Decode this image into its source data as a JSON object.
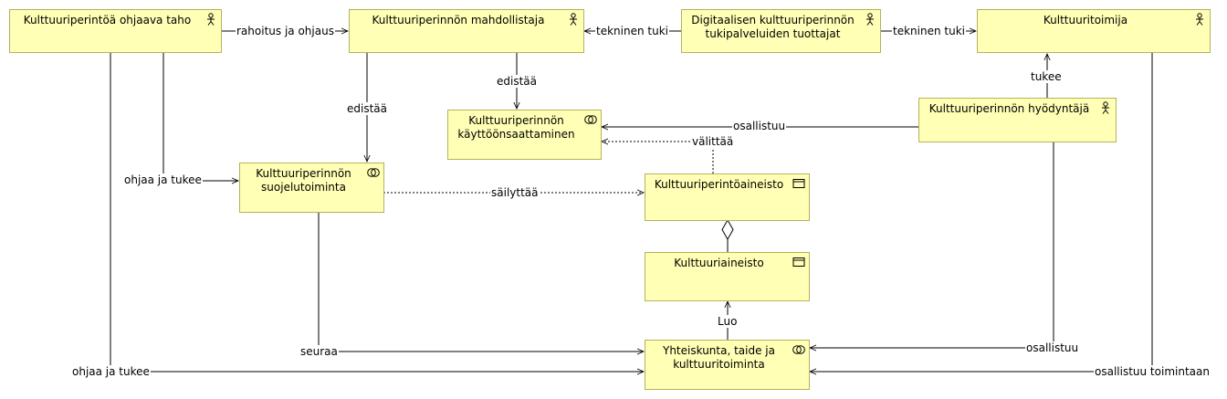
{
  "elements": {
    "ohjaava_taho": {
      "label": "Kulttuuriperintöä ohjaava taho",
      "icon": "actor-icon"
    },
    "mahdollistaja": {
      "label": "Kulttuuriperinnön mahdollistaja",
      "icon": "actor-icon"
    },
    "tukipalvelut": {
      "label": "Digitaalisen kulttuuriperinnön tukipalveluiden tuottajat",
      "icon": "actor-icon"
    },
    "kulttuuritoimija": {
      "label": "Kulttuuritoimija",
      "icon": "actor-icon"
    },
    "kayttoonsaattaminen": {
      "label": "Kulttuuriperinnön käyttöönsaattaminen",
      "icon": "service-interaction-icon"
    },
    "hyodyntaja": {
      "label": "Kulttuuriperinnön hyödyntäjä",
      "icon": "actor-icon"
    },
    "suojelutoiminta": {
      "label": "Kulttuuriperinnön suojelutoiminta",
      "icon": "service-interaction-icon"
    },
    "perintoaineisto": {
      "label": "Kulttuuriperintöaineisto",
      "icon": "business-object-icon"
    },
    "kulttuuriaineisto": {
      "label": "Kulttuuriaineisto",
      "icon": "business-object-icon"
    },
    "yhteiskunta": {
      "label": "Yhteiskunta, taide ja kulttuuritoiminta",
      "icon": "service-interaction-icon"
    }
  },
  "relations": {
    "rahoitus": "rahoitus ja ohjaus",
    "tekninen_tuki_1": "tekninen tuki",
    "tekninen_tuki_2": "tekninen tuki",
    "edistaa_1": "edistää",
    "edistaa_2": "edistää",
    "tukee": "tukee",
    "osallistuu_1": "osallistuu",
    "valittaa": "välittää",
    "ohjaa_tukee_1": "ohjaa ja tukee",
    "sailyttaa": "säilyttää",
    "luo": "Luo",
    "seuraa": "seuraa",
    "osallistuu_2": "osallistuu",
    "ohjaa_tukee_2": "ohjaa ja tukee",
    "osallistuu_toimintaan": "osallistuu toimintaan"
  }
}
